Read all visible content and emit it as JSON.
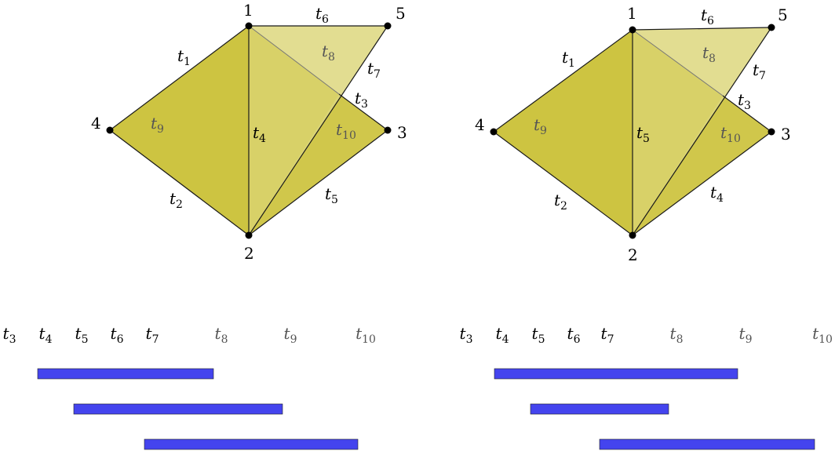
{
  "colors": {
    "face": "#cdc441",
    "face_light": "#ddd77e",
    "edge": "#1a1a1a",
    "bar": "#4444ee",
    "grey_label": "#555555"
  },
  "complexes": [
    {
      "vertices": {
        "v1": "1",
        "v2": "2",
        "v3": "3",
        "v4": "4",
        "v5": "5"
      },
      "edge_labels": {
        "e14": "t1",
        "e24": "t2",
        "e13": "t3",
        "e12": "t4",
        "e23": "t5",
        "e15": "t6",
        "e25": "t7"
      },
      "face_labels": {
        "f125": "t8",
        "f124": "t9",
        "f123": "t10"
      }
    },
    {
      "vertices": {
        "v1": "1",
        "v2": "2",
        "v3": "3",
        "v4": "4",
        "v5": "5"
      },
      "edge_labels": {
        "e14": "t1",
        "e24": "t2",
        "e13": "t3",
        "e12": "t5",
        "e23": "t4",
        "e15": "t6",
        "e25": "t7"
      },
      "face_labels": {
        "f125": "t8",
        "f124": "t9",
        "f123": "t10"
      }
    }
  ],
  "barcodes": [
    {
      "ticks": [
        "t3",
        "t4",
        "t5",
        "t6",
        "t7",
        "t8",
        "t9",
        "t10"
      ],
      "bars": [
        {
          "start": "t4",
          "end": "t8"
        },
        {
          "start": "t5",
          "end": "t9"
        },
        {
          "start": "t7",
          "end": "t10"
        }
      ]
    },
    {
      "ticks": [
        "t3",
        "t4",
        "t5",
        "t6",
        "t7",
        "t8",
        "t9",
        "t10"
      ],
      "bars": [
        {
          "start": "t4",
          "end": "t9"
        },
        {
          "start": "t5",
          "end": "t8"
        },
        {
          "start": "t7",
          "end": "t10"
        }
      ]
    }
  ]
}
